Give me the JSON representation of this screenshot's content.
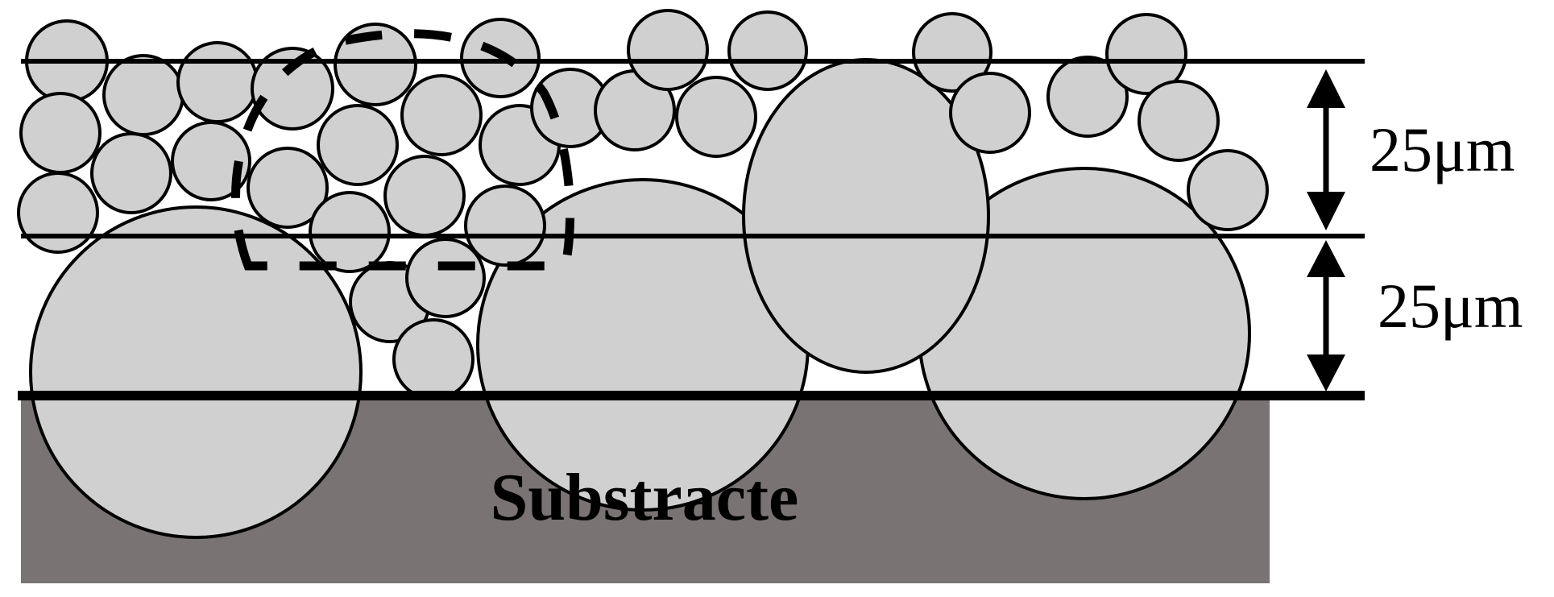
{
  "diagram": {
    "substrate_label": "Substracte",
    "upper_layer_thickness": "25μm",
    "lower_layer_thickness": "25μm",
    "colors": {
      "particle_fill": "#d0d0d0",
      "substrate_fill": "#797373",
      "line": "#000000",
      "background": "#ffffff"
    }
  }
}
